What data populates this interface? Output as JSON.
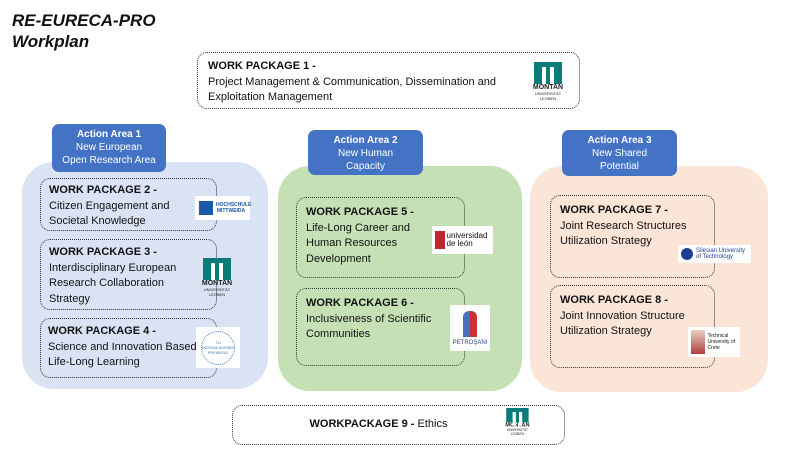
{
  "title": {
    "line1": "RE-EURECA-PRO",
    "line2": "Workplan"
  },
  "wp1": {
    "heading": "WORK PACKAGE 1 -",
    "text": "Project Management & Communication, Dissemination and Exploitation Management",
    "logo": "MONTAN"
  },
  "areas": [
    {
      "heading": "Action Area 1",
      "line1": "New  European",
      "line2": "Open Research Area",
      "color": "#dae3f3"
    },
    {
      "heading": "Action Area 2",
      "line1": "New Human",
      "line2": "Capacity",
      "color": "#c5e0b4"
    },
    {
      "heading": "Action Area 3",
      "line1": "New Shared",
      "line2": "Potential",
      "color": "#fbe5d6"
    }
  ],
  "packages": [
    {
      "heading": "WORK PACKAGE 2 -",
      "text": "Citizen Engagement and Societal Knowledge",
      "logo": "HOCHSCHULE MITTWEIDA"
    },
    {
      "heading": "WORK PACKAGE 3 -",
      "text": "Interdisciplinary European Research Collaboration Strategy",
      "logo": "MONTAN"
    },
    {
      "heading": "WORK PACKAGE 4 -",
      "text": "Science and Innovation Based Life-Long Learning",
      "logo": "TU BERGAKADEMIE FREIBERG"
    },
    {
      "heading": "WORK PACKAGE 5 -",
      "text": "Life-Long Career and Human Resources Development",
      "logo": "universidad de león"
    },
    {
      "heading": "WORK PACKAGE 6 -",
      "text": "Inclusiveness of Scientific Communities",
      "logo": "PETROŞANI"
    },
    {
      "heading": "WORK PACKAGE 7 -",
      "text": "Joint Research Structures Utilization Strategy",
      "logo": "Silesian University of Technology"
    },
    {
      "heading": "WORK PACKAGE 8 -",
      "text": "Joint Innovation Structure Utilization Strategy",
      "logo": "Technical University of Crete"
    }
  ],
  "wp9": {
    "heading": "WORKPACKAGE 9 -",
    "text": " Ethics",
    "logo": "MONTAN"
  },
  "montan": {
    "l1": "MONTAN",
    "l2": "UNIVERSITÄT",
    "l3": "LEOBEN"
  }
}
